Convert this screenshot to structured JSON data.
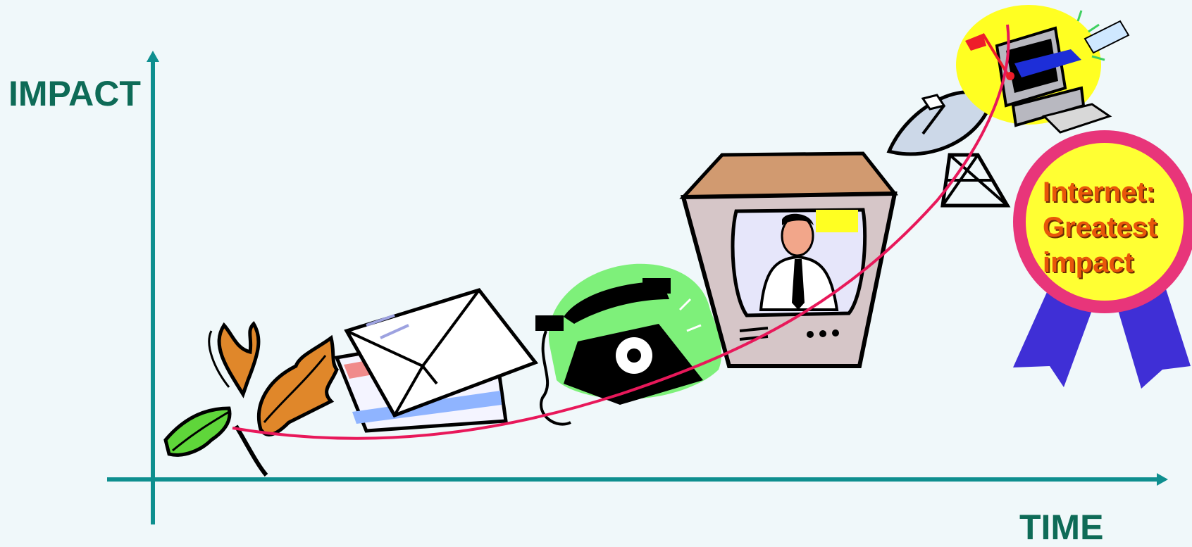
{
  "axes": {
    "y_label": "IMPACT",
    "x_label": "TIME"
  },
  "badge": {
    "lines": [
      "Internet:",
      "Greatest",
      "impact"
    ]
  },
  "stages": [
    {
      "icon": "oak-leaves-icon"
    },
    {
      "icon": "envelope-mail-icon"
    },
    {
      "icon": "telephone-icon"
    },
    {
      "icon": "television-icon"
    },
    {
      "icon": "satellite-dish-icon"
    },
    {
      "icon": "internet-computer-icon"
    }
  ],
  "colors": {
    "background": "#f0f8fa",
    "axis": "#0e8f8f",
    "label": "#0e6b57",
    "curve": "#e8185a",
    "badge_fill": "#ffff33",
    "badge_border": "#e8357a",
    "ribbon": "#3f2fd6",
    "badge_text": "#e8560a"
  }
}
